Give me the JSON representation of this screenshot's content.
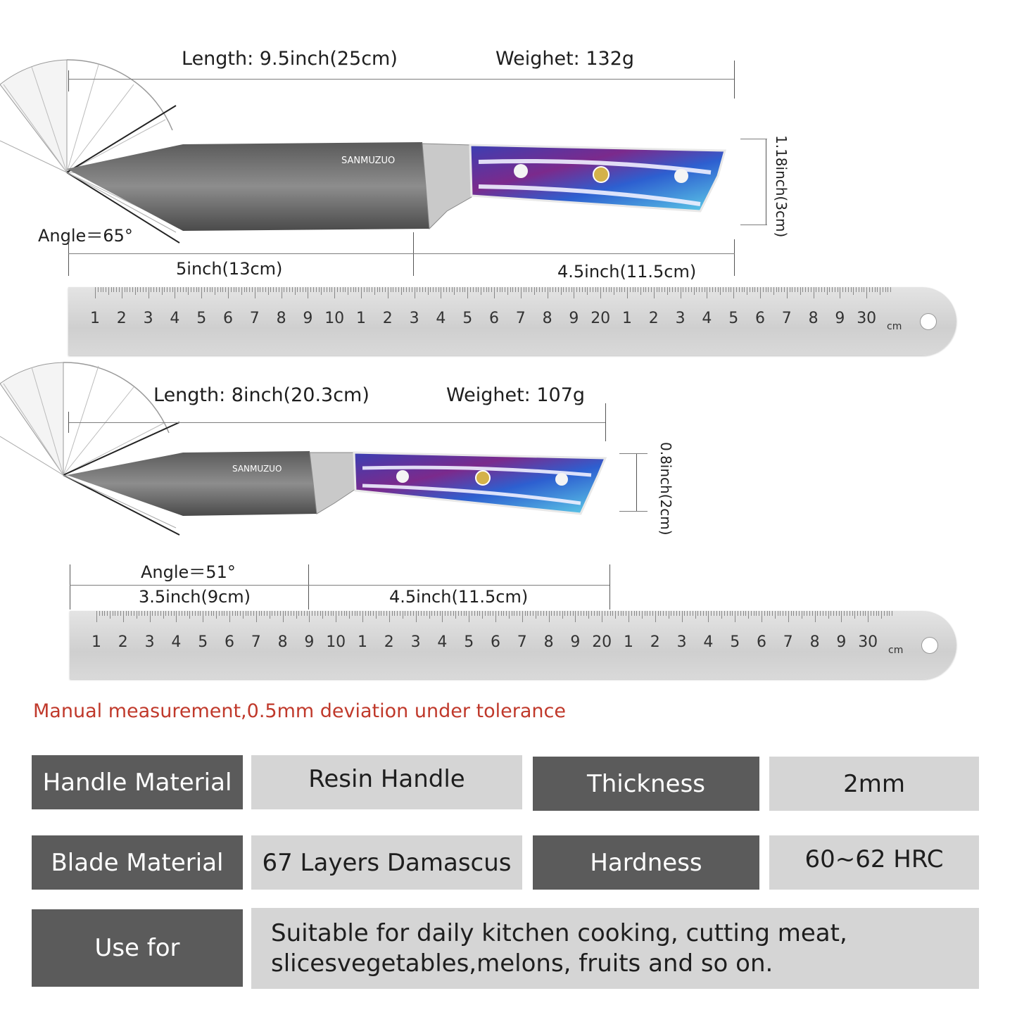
{
  "knife_large": {
    "length_label": "Length: 9.5inch(25cm)",
    "weight_label": "Weighet: 132g",
    "angle_label": "Angle＝65°",
    "blade_label": "5inch(13cm)",
    "handle_label": "4.5inch(11.5cm)",
    "height_label": "1.18inch(3cm)",
    "brand": "SANMUZUO"
  },
  "knife_small": {
    "length_label": "Length: 8inch(20.3cm)",
    "weight_label": "Weighet: 107g",
    "angle_label": "Angle＝51°",
    "blade_label": "3.5inch(9cm)",
    "handle_label": "4.5inch(11.5cm)",
    "height_label": "0.8inch(2cm)",
    "brand": "SANMUZUO"
  },
  "ruler": {
    "numbers": [
      "1",
      "2",
      "3",
      "4",
      "5",
      "6",
      "7",
      "8",
      "9",
      "10",
      "1",
      "2",
      "3",
      "4",
      "5",
      "6",
      "7",
      "8",
      "9",
      "20",
      "1",
      "2",
      "3",
      "4",
      "5",
      "6",
      "7",
      "8",
      "9",
      "30"
    ],
    "unit": "cm"
  },
  "note": "Manual measurement,0.5mm deviation under tolerance",
  "specs": {
    "handle_material_label": "Handle Material",
    "handle_material_value": "Resin Handle",
    "thickness_label": "Thickness",
    "thickness_value": "2mm",
    "blade_material_label": "Blade Material",
    "blade_material_value": "67 Layers Damascus",
    "hardness_label": "Hardness",
    "hardness_value": "60~62 HRC",
    "use_for_label": "Use for",
    "use_for_value_line1": "Suitable for daily kitchen cooking, cutting meat,",
    "use_for_value_line2": "slicesvegetables,melons, fruits and so on."
  },
  "colors": {
    "label_bg": "#5b5b5b",
    "value_bg": "#d5d5d5",
    "note_text": "#c0392b",
    "handle_blue": "#3b3fb3",
    "handle_purple": "#7b2a8c",
    "handle_cyan": "#5fd0e8"
  }
}
